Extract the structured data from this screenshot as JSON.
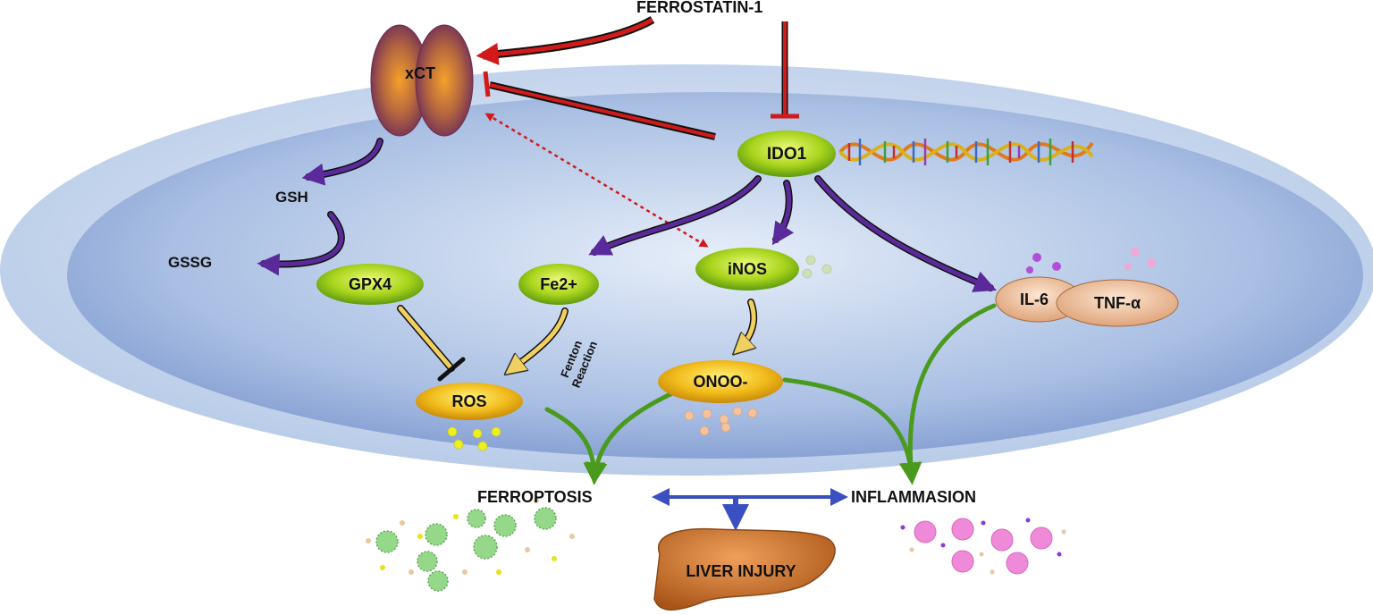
{
  "labels": {
    "ferrostatin": "FERROSTATIN-1",
    "xct": "xCT",
    "ido1": "IDO1",
    "gsh": "GSH",
    "gssg": "GSSG",
    "gpx4": "GPX4",
    "fe2": "Fe2+",
    "inos": "iNOS",
    "il6": "IL-6",
    "tnf": "TNF-α",
    "ros": "ROS",
    "fenton1": "Fenton",
    "fenton2": "Reaction",
    "onoo": "ONOO-",
    "ferroptosis": "FERROPTOSIS",
    "inflammasion": "INFLAMMASION",
    "liver_injury": "LIVER INJURY"
  },
  "colors": {
    "inhibit": "#d11a1a",
    "purple_arrow": "#5a2a9a",
    "yellow_arrow": "#f0d060",
    "green_arrow": "#4a9a1e",
    "blue_arrow": "#3a4fc0",
    "node_green": "#9fd018",
    "node_yellow": "#f0b818",
    "node_tan": "#f2c9a6",
    "liver": "#c87028"
  }
}
